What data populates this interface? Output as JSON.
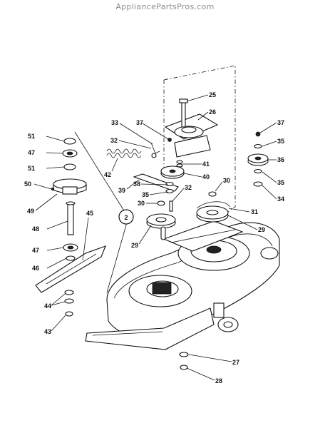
{
  "watermark": "AppliancePartsPros.com",
  "reference_callout": "2",
  "callouts": [
    "25",
    "26",
    "37",
    "33",
    "32",
    "41",
    "40",
    "42",
    "38",
    "39",
    "35",
    "32",
    "30",
    "37",
    "35",
    "36",
    "35",
    "34",
    "30",
    "31",
    "29",
    "29",
    "51",
    "47",
    "51",
    "50",
    "49",
    "48",
    "47",
    "46",
    "45",
    "44",
    "43",
    "27",
    "28"
  ]
}
